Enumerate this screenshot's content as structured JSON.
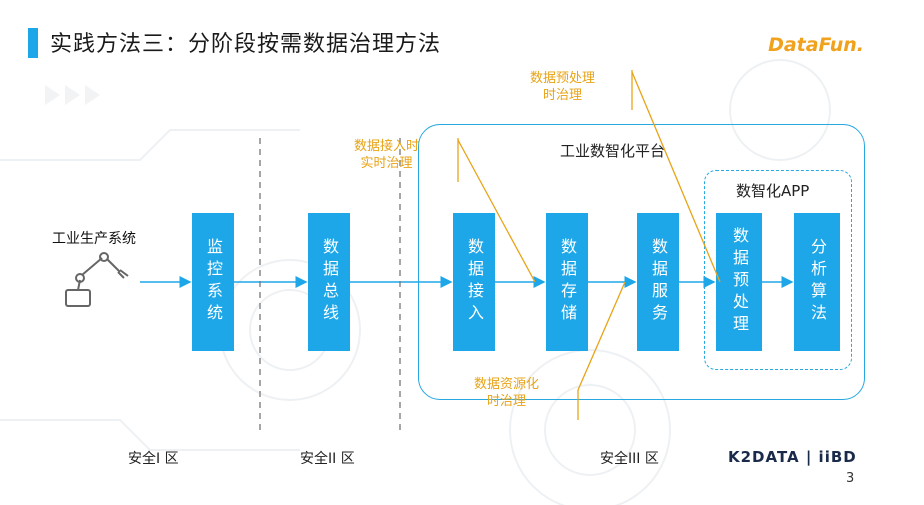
{
  "header": {
    "title": "实践方法三：分阶段按需数据治理方法",
    "logo": "DataFun."
  },
  "source_system": {
    "label": "工业生产系统"
  },
  "blocks": {
    "monitor": "监控系统",
    "bus": "数据总线",
    "ingest": "数据接入",
    "storage": "数据存储",
    "service": "数据服务",
    "preprocess": "数据预处理",
    "analysis": "分析算法"
  },
  "platform": {
    "title": "工业数智化平台"
  },
  "app_group": {
    "title": "数智化APP"
  },
  "annotations": {
    "preprocess_gov": [
      "数据预处理",
      "时治理"
    ],
    "ingest_gov": [
      "数据接入时",
      "实时治理"
    ],
    "resource_gov": [
      "数据资源化",
      "时治理"
    ]
  },
  "zones": {
    "zone1": "安全I 区",
    "zone2": "安全II 区",
    "zone3": "安全III 区"
  },
  "footer": {
    "brand": "K2DATA | iiBD",
    "page_number": "3"
  },
  "colors": {
    "accent": "#1ea7e8",
    "annotation": "#e8a316"
  }
}
